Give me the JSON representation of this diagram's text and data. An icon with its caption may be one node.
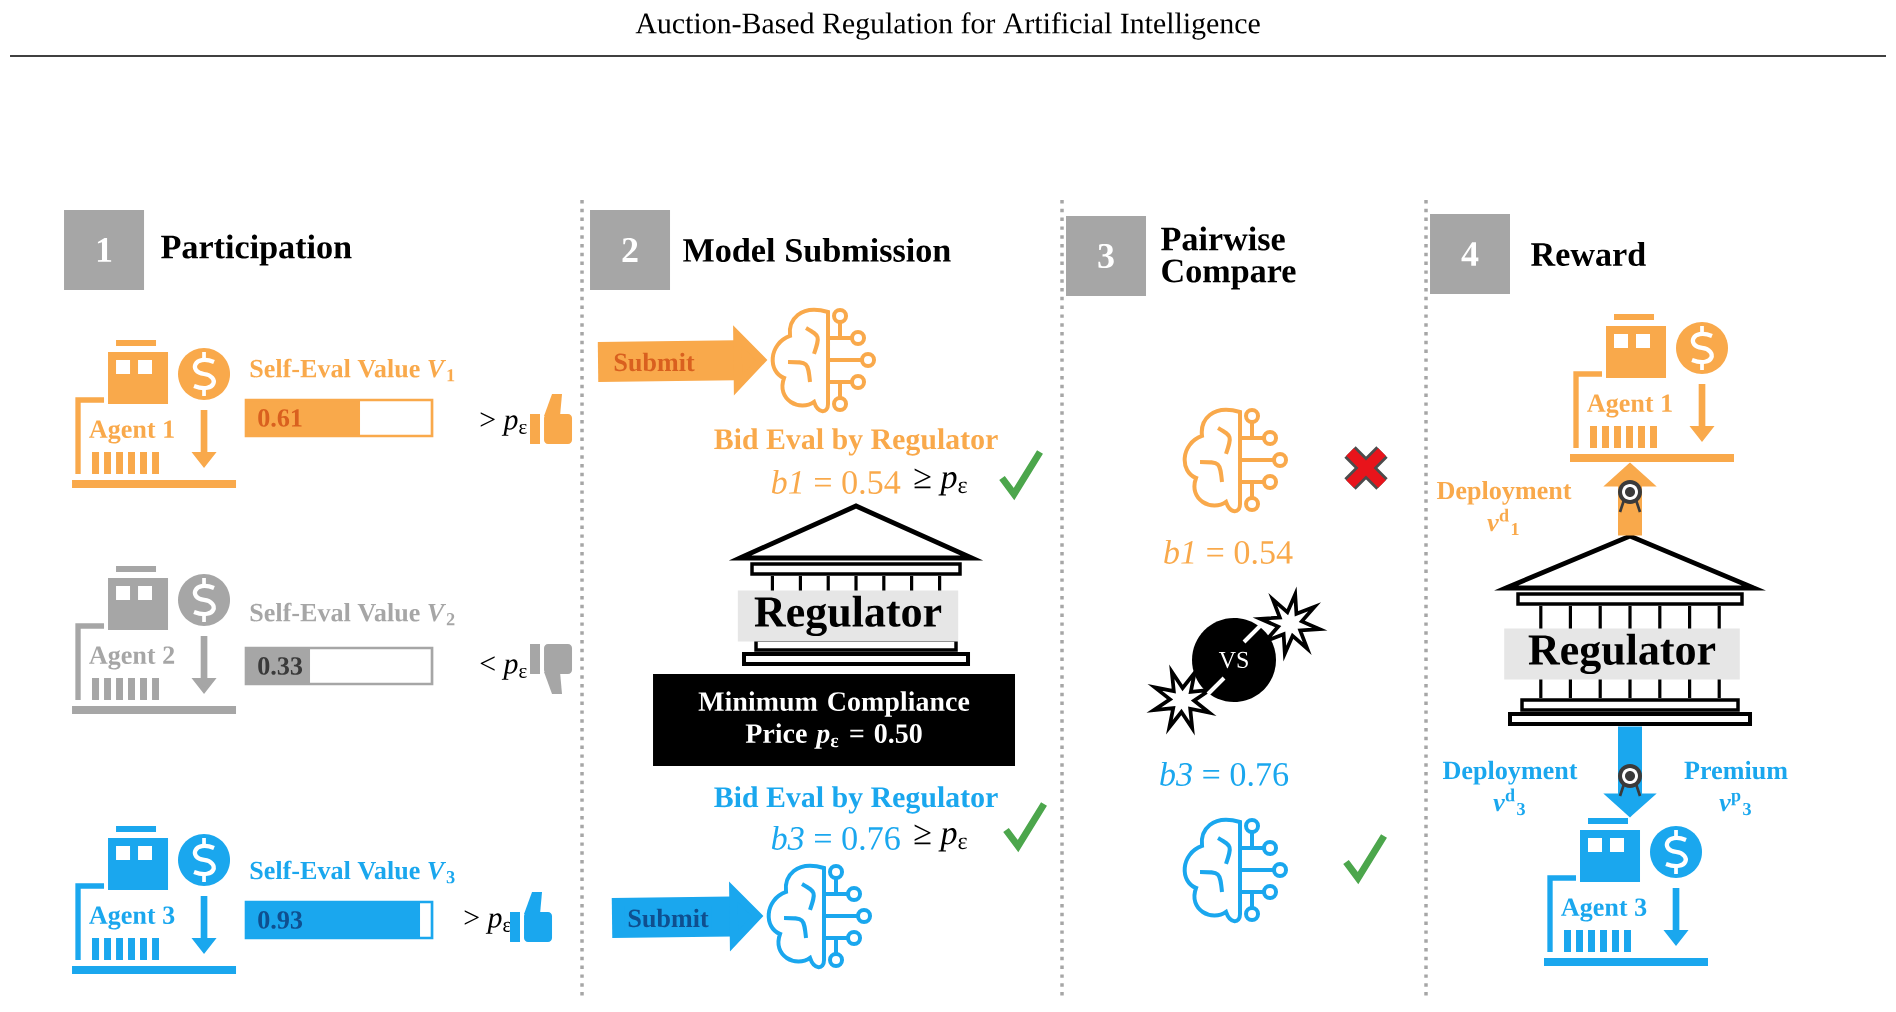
{
  "diagram": {
    "title": "Auction-Based Regulation for Artificial Intelligence",
    "nodes": [
      {
        "text": [
          "1",
          "Participation"
        ]
      },
      {
        "text": [
          "2",
          "Model Submission"
        ]
      },
      {
        "text": [
          "3",
          "Pairwise Compare"
        ]
      },
      {
        "text": [
          "4",
          "Reward"
        ]
      },
      {
        "text": [
          "Agent 1"
        ]
      },
      {
        "text": [
          "Agent 2"
        ]
      },
      {
        "text": [
          "Agent 3"
        ]
      },
      {
        "text": [],
        "shape": "brain"
      },
      {
        "text": [
          "Regulator"
        ]
      },
      {
        "text": [
          "Minimum Compliance Price *p*$_{ε}$ = 0.50"
        ]
      },
      {
        "text": [],
        "shape": "brain"
      },
      {
        "text": [],
        "shape": "brain"
      },
      {
        "text": [],
        "shape": "brain"
      },
      {
        "text": [
          "Regulator"
        ]
      },
      {
        "text": [
          "Agent 1"
        ]
      },
      {
        "text": [
          "Agent 3"
        ]
      }
    ],
    "edges": [
      {
        "from": null,
        "to": 7,
        "arrow": "to",
        "label": "Submit",
        "color": "#f9a94b"
      },
      {
        "from": null,
        "to": 10,
        "arrow": "to",
        "label": "Submit",
        "color": "#1aa7ee"
      },
      {
        "from": 13,
        "to": 14,
        "arrow": "to",
        "label": "Deployment *v*$^{d}$$_{1}$",
        "color": "#f9a94b"
      },
      {
        "from": 13,
        "to": 15,
        "arrow": "to",
        "label": "Deployment *v*$^{d}$$_{3}$",
        "color": "#1aa7ee"
      }
    ],
    "labels": [
      "Self-Eval Value *V*$_{1}$",
      "0.61",
      "> *p*$_{ε}$",
      "Self-Eval Value *V*$_{2}$",
      "0.33",
      "< *p*$_{ε}$",
      "Self-Eval Value *V*$_{3}$",
      "0.93",
      "> *p*$_{ε}$",
      "Bid Eval by Regulator",
      "*b1* = 0.54",
      "≥ *p*$_{ε}$",
      "Bid Eval by Regulator",
      "*b3* = 0.76",
      "≥ *p*$_{ε}$",
      "*b1* = 0.54",
      "VS",
      "*b3* = 0.76",
      "Premium *v*$^{p}$$_{3}$"
    ]
  }
}
